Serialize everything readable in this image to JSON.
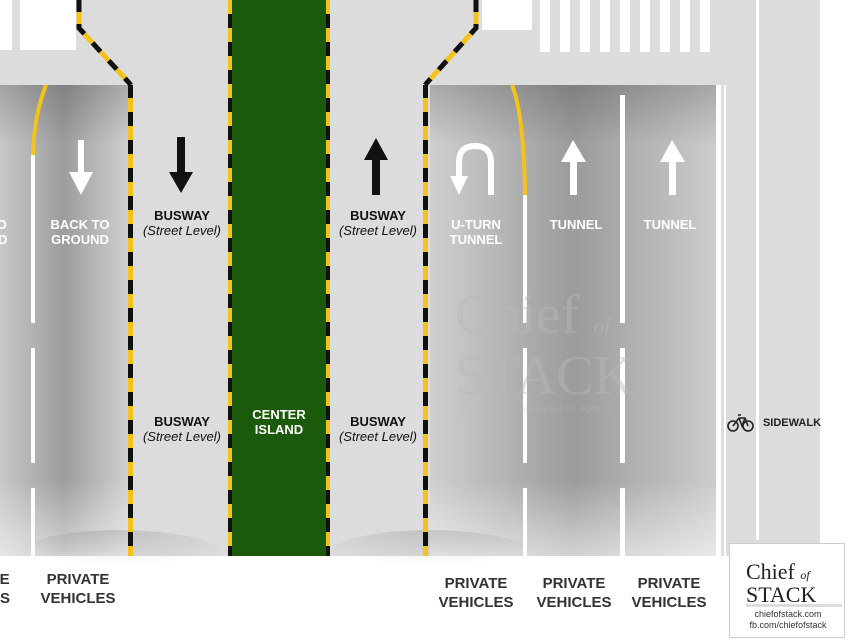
{
  "diagram": {
    "lanes_left": [
      {
        "text": "TO\nND"
      },
      {
        "text": "BACK TO\nGROUND"
      }
    ],
    "busway_south": {
      "title": "BUSWAY",
      "subtitle": "(Street Level)"
    },
    "busway_north": {
      "title": "BUSWAY",
      "subtitle": "(Street Level)"
    },
    "center_island": "CENTER\nISLAND",
    "lanes_right": [
      {
        "text": "U-TURN\nTUNNEL"
      },
      {
        "text": "TUNNEL"
      },
      {
        "text": "TUNNEL"
      }
    ],
    "bottom_labels": [
      "TE\nES",
      "PRIVATE\nVEHICLES",
      "PRIVATE\nVEHICLES",
      "PRIVATE\nVEHICLES",
      "PRIVATE\nVEHICLES"
    ],
    "sidewalk": "SIDEWALK",
    "watermark": {
      "name": "Chief",
      "of": "of",
      "stack": "STACK",
      "tagline": "INDEPENDENT ANALYSIS OF PUBLIC POLICY"
    },
    "brand": {
      "name": "Chief",
      "of": "of",
      "stack": "STACK",
      "url1": "chiefofstack.com",
      "url2": "fb.com/chiefofstack"
    },
    "colors": {
      "road": "#dcdcdc",
      "tunnel_dark": "#9a9a9a",
      "island": "#1c5a0b",
      "hazard_yellow": "#f5c21b",
      "hazard_black": "#111111",
      "arrow_white": "#ffffff",
      "arrow_black": "#111111"
    }
  }
}
